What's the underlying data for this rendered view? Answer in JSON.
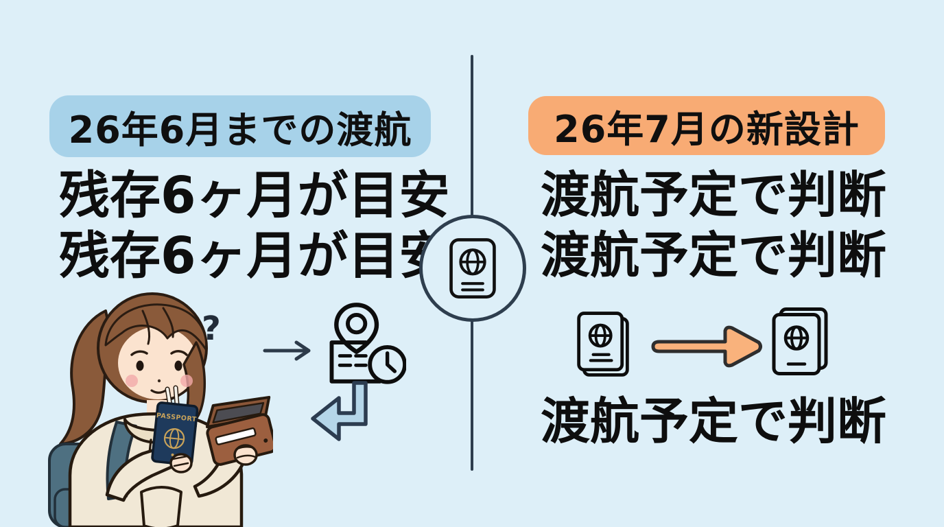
{
  "colors": {
    "background": "#ddeff8",
    "divider": "#2e3e4e",
    "badge_blue": "#a7d2e9",
    "badge_orange": "#f8ab74",
    "arrow_orange_fill": "#f9b27c",
    "return_arrow_fill": "#b5d6e9",
    "return_arrow_stroke": "#2c3c50",
    "text": "#0e0e0e"
  },
  "left_panel": {
    "badge_label": "26年6月までの渡航",
    "line1": "残存6ヶ月が目安",
    "line2": "残存6ヶ月が目安"
  },
  "right_panel": {
    "badge_label": "26年7月の新設計",
    "line1": "渡航予定で判断",
    "line2": "渡航予定で判断",
    "line3": "渡航予定で判断"
  },
  "icons": {
    "center": "passport-icon",
    "left_flow_arrow": "arrow-right-icon",
    "left_plan": "itinerary-pin-clock-icon",
    "left_return": "return-arrow-icon",
    "right_passport_old": "passport-booklet-icon",
    "right_arrow": "arrow-right-icon",
    "right_passport_new": "passport-booklet-icon"
  },
  "illustration": {
    "question_mark": "?",
    "passport_label": "PASSPORT"
  }
}
